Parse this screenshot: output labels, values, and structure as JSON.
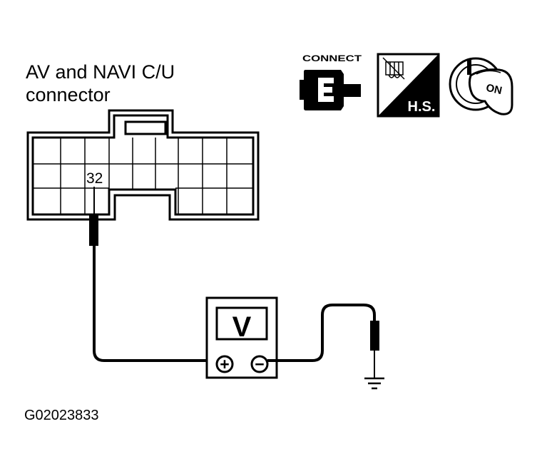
{
  "connector": {
    "title_line1": "AV and NAVI C/U",
    "title_line2": "connector",
    "terminal": "32"
  },
  "icons": {
    "connect_label": "CONNECT",
    "harness_side_label": "H.S.",
    "ignition_label": "ON"
  },
  "meter": {
    "unit": "V",
    "plus_symbol": "+",
    "minus_symbol": "−"
  },
  "figure_code": "G02023833",
  "colors": {
    "ink": "#000000",
    "paper": "#ffffff"
  }
}
